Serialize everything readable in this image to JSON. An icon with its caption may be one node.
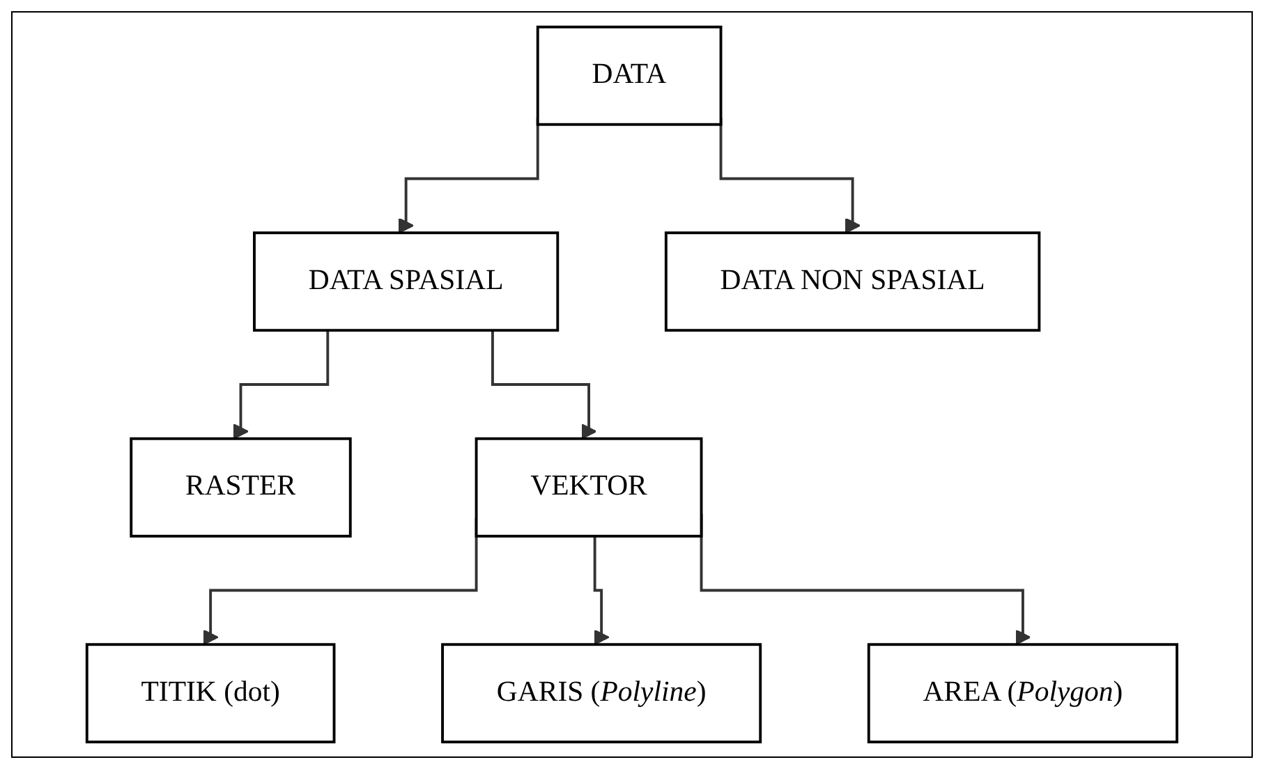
{
  "diagram": {
    "nodes": [
      {
        "text": [
          "DATA"
        ]
      },
      {
        "text": [
          "DATA SPASIAL"
        ]
      },
      {
        "text": [
          "DATA NON SPASIAL"
        ]
      },
      {
        "text": [
          "RASTER"
        ]
      },
      {
        "text": [
          "VEKTOR"
        ]
      },
      {
        "text": [
          "TITIK (dot)"
        ]
      },
      {
        "text": [
          "GARIS (*Polyline*)"
        ]
      },
      {
        "text": [
          "AREA (*Polygon*)"
        ]
      }
    ],
    "edges": [
      {
        "from": 0,
        "to": 1,
        "arrow": "to"
      },
      {
        "from": 0,
        "to": 2,
        "arrow": "to"
      },
      {
        "from": 1,
        "to": 3,
        "arrow": "to"
      },
      {
        "from": 1,
        "to": 4,
        "arrow": "to"
      },
      {
        "from": 4,
        "to": 5,
        "arrow": "to"
      },
      {
        "from": 4,
        "to": 6,
        "arrow": "to"
      },
      {
        "from": 4,
        "to": 7,
        "arrow": "to"
      }
    ]
  }
}
